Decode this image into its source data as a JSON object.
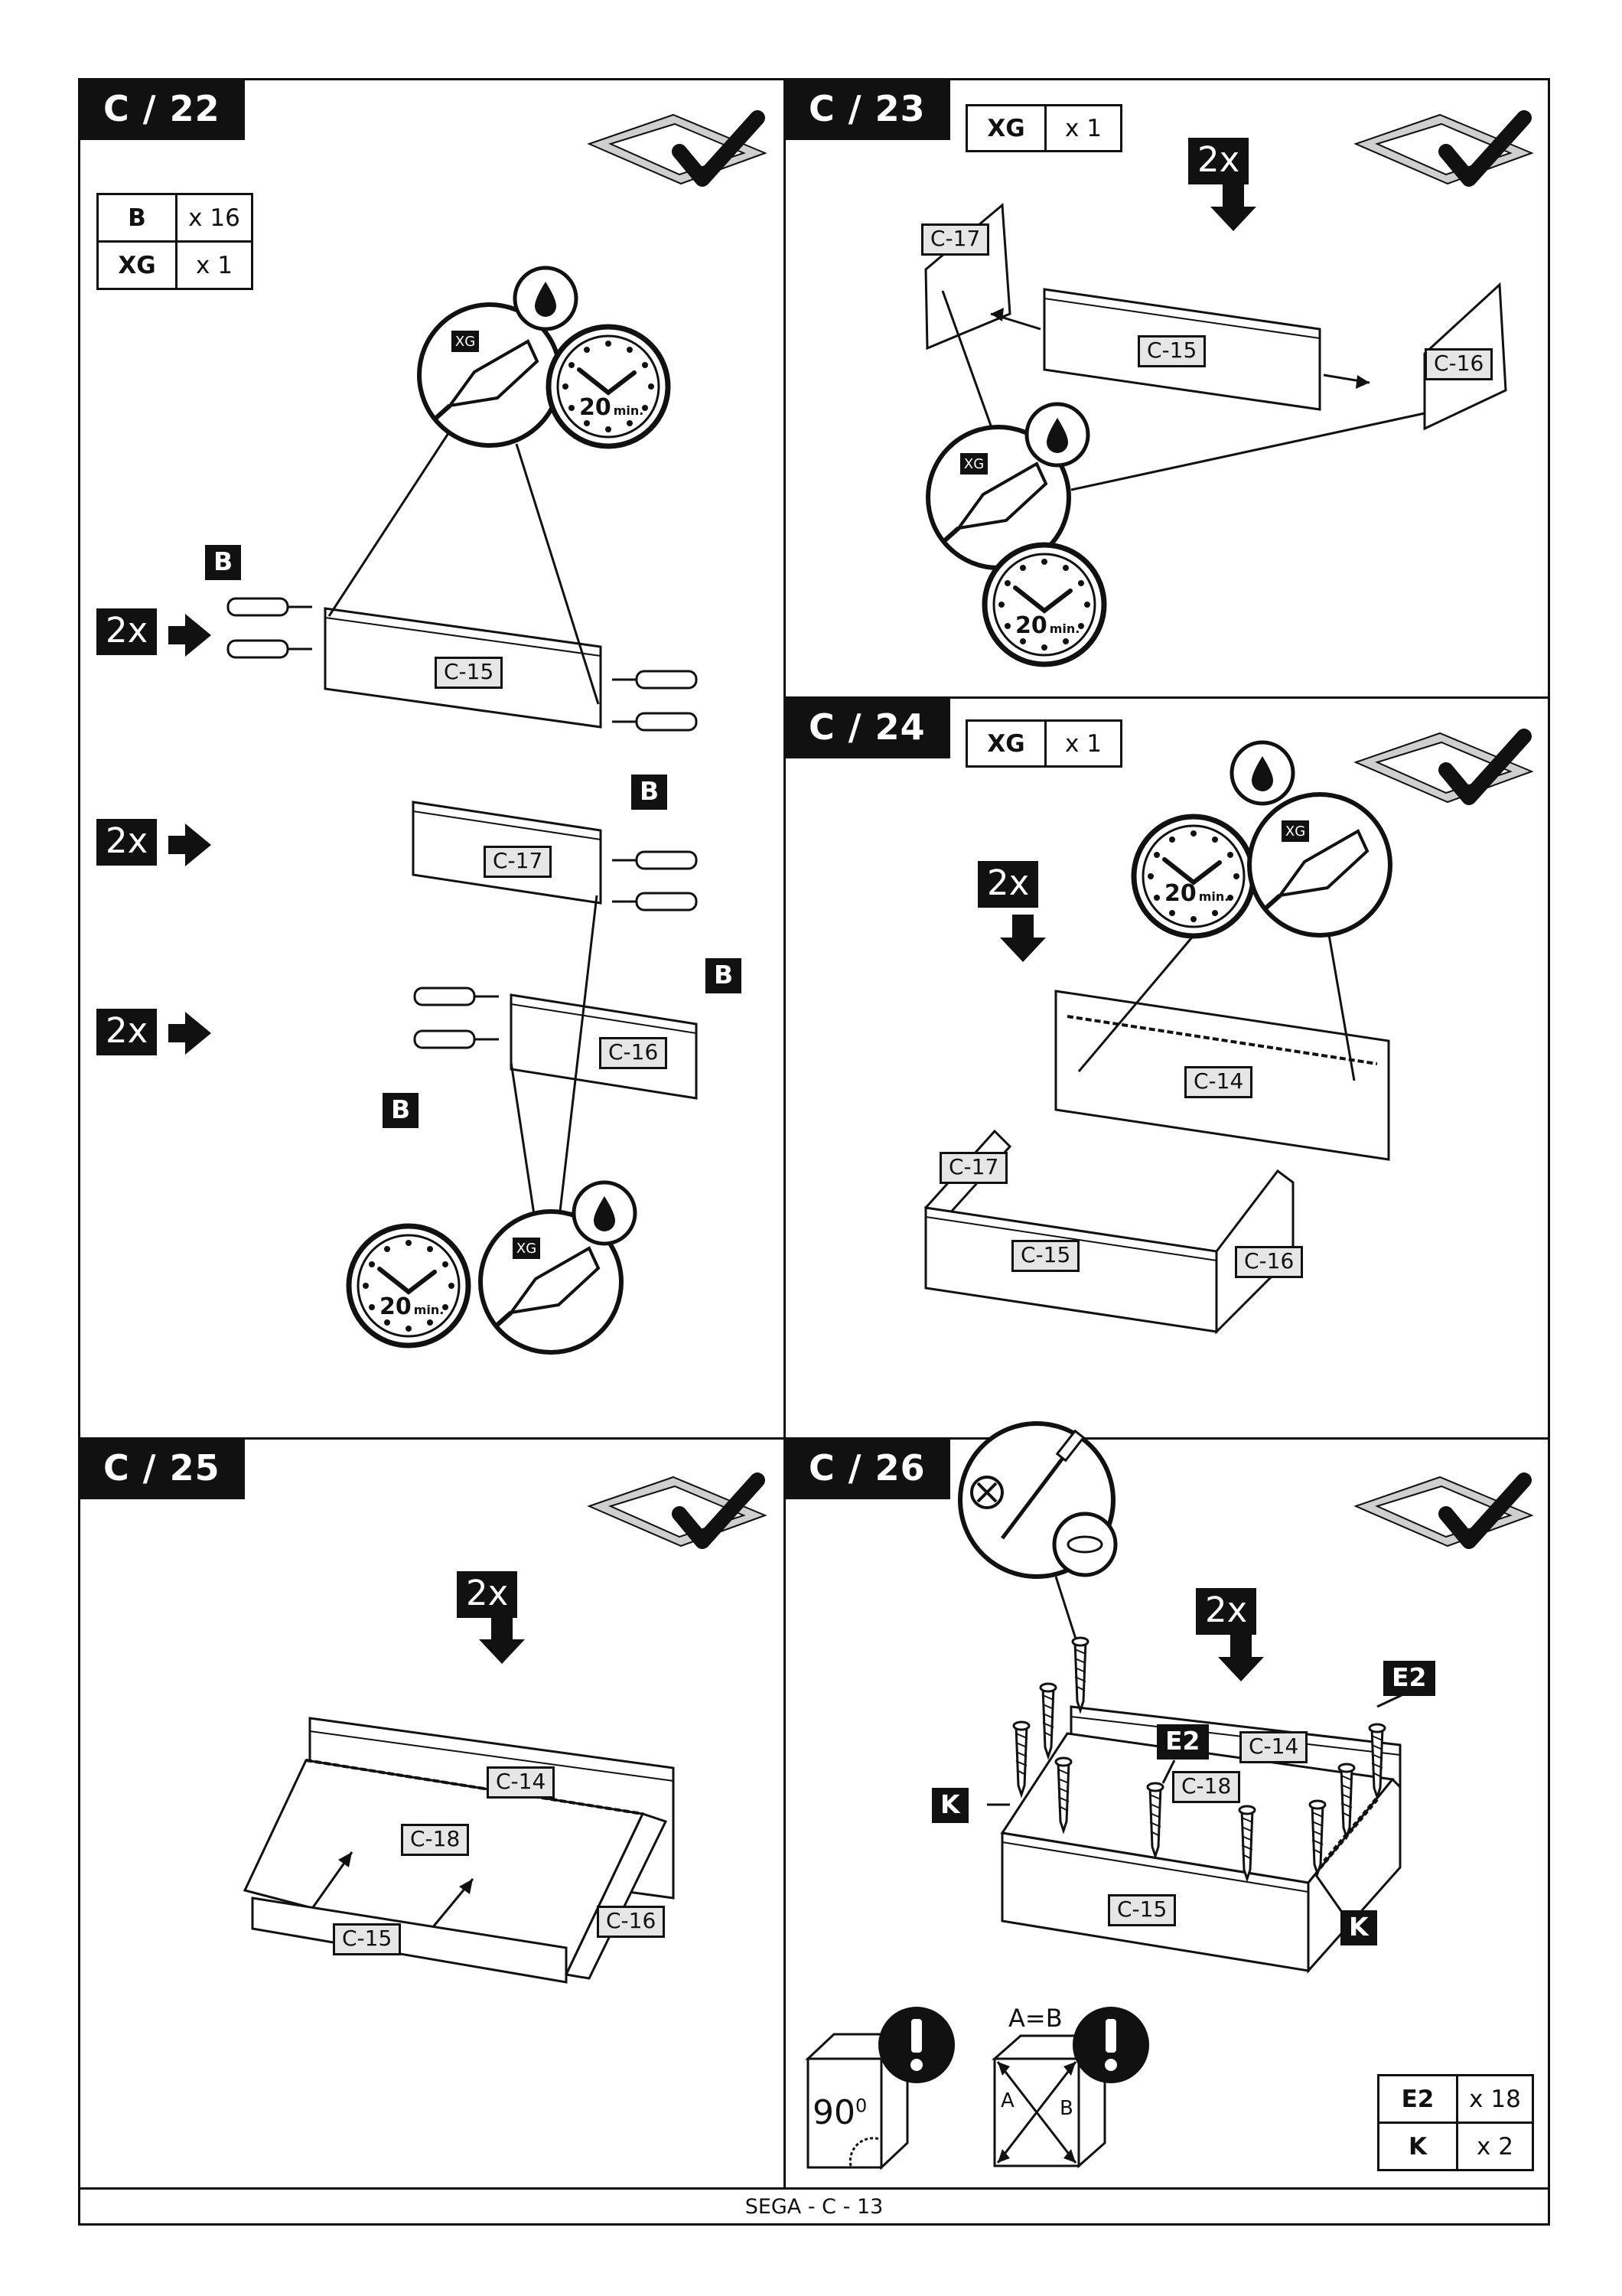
{
  "page": {
    "footer": "SEGA - C - 13"
  },
  "steps": {
    "c22": {
      "tag": "C / 22",
      "qty": [
        {
          "part": "B",
          "count": "x 16"
        },
        {
          "part": "XG",
          "count": "x 1"
        }
      ],
      "mult": [
        "2x",
        "2x",
        "2x"
      ],
      "panels": [
        "C-15",
        "C-17",
        "C-16"
      ],
      "dowel": "B",
      "glue": "XG",
      "time": "20",
      "unit": "min."
    },
    "c23": {
      "tag": "C / 23",
      "qty": [
        {
          "part": "XG",
          "count": "x 1"
        }
      ],
      "mult": "2x",
      "panels": [
        "C-17",
        "C-15",
        "C-16"
      ],
      "glue": "XG",
      "time": "20",
      "unit": "min."
    },
    "c24": {
      "tag": "C / 24",
      "qty": [
        {
          "part": "XG",
          "count": "x 1"
        }
      ],
      "mult": "2x",
      "panels": [
        "C-14",
        "C-17",
        "C-15",
        "C-16"
      ],
      "glue": "XG",
      "time": "20",
      "unit": "min."
    },
    "c25": {
      "tag": "C / 25",
      "mult": "2x",
      "panels": [
        "C-14",
        "C-18",
        "C-15",
        "C-16"
      ]
    },
    "c26": {
      "tag": "C / 26",
      "mult": "2x",
      "panels": [
        "C-14",
        "C-18",
        "C-15"
      ],
      "screws": [
        "E2",
        "E2"
      ],
      "rails": [
        "K",
        "K"
      ],
      "qty": [
        {
          "part": "E2",
          "count": "x 18"
        },
        {
          "part": "K",
          "count": "x 2"
        }
      ],
      "angle": "90",
      "angle_sup": "0",
      "diag": "A=B",
      "diag_a": "A",
      "diag_b": "B"
    }
  },
  "icons": {
    "work_surface": "protective-mat-check-icon",
    "glue_drop": "glue-drop-icon",
    "glue_tube": "glue-tube-icon",
    "clock": "clock-icon",
    "screwdriver_no": "no-screwdriver-icon",
    "warning": "exclamation-icon",
    "arrow_down": "arrow-down-icon",
    "arrow_right": "arrow-right-icon"
  },
  "colors": {
    "ink": "#111111",
    "label_bg": "#e6e6e6"
  }
}
